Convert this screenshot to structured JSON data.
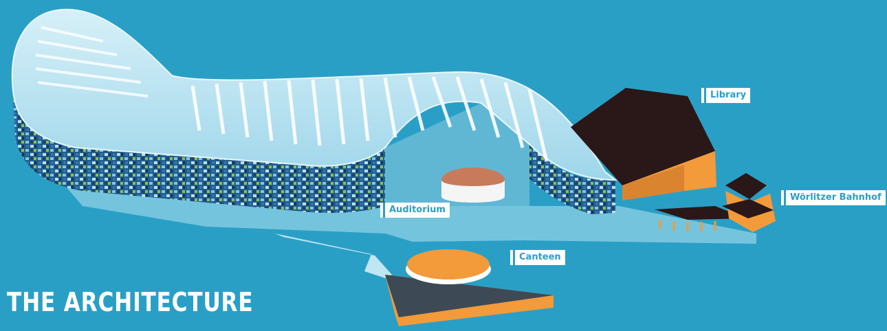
{
  "title": "THE ARCHITECTURE",
  "labels": {
    "library": "Library",
    "bahnhof": "Wörlitzer Bahnhof",
    "auditorium": "Auditorium",
    "canteen": "Canteen"
  },
  "colors": {
    "background": "#2a9fc6",
    "building_glass": "#bfe6f2",
    "library_dark": "#2a1718",
    "accent_orange": "#f39a3a",
    "label_bg": "#ffffff"
  }
}
